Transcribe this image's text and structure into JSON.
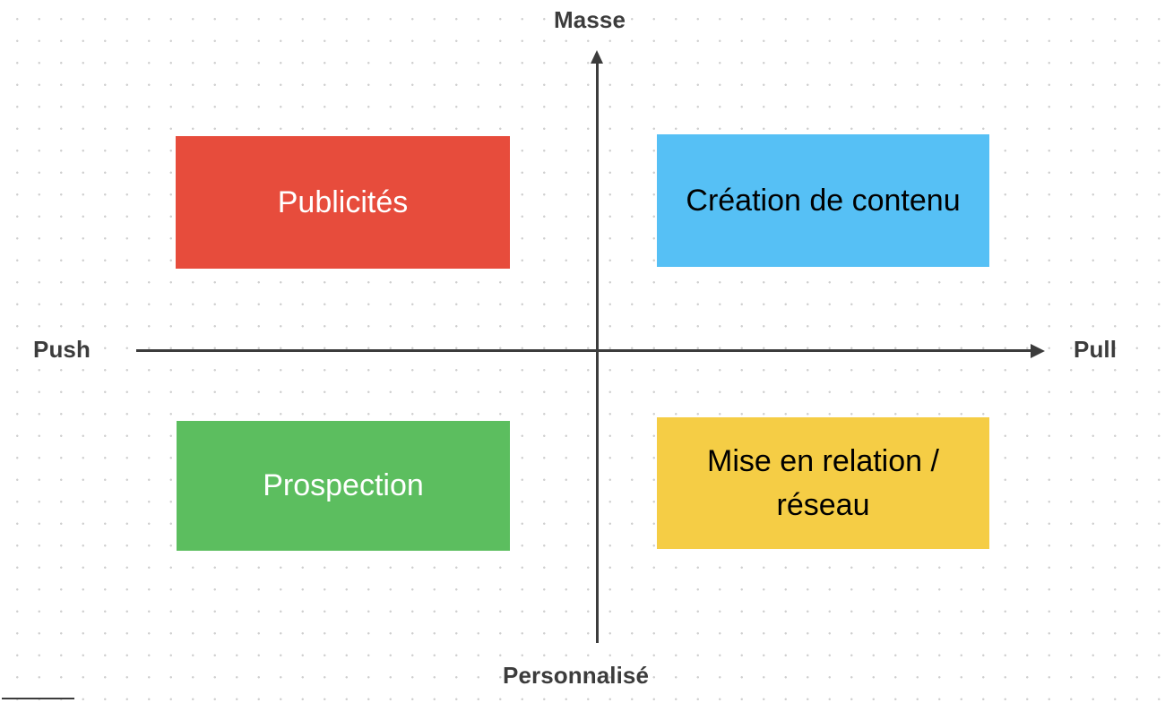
{
  "diagram": {
    "type": "2x2-matrix",
    "axes": {
      "vertical": {
        "top_label": "Masse",
        "bottom_label": "Personnalisé",
        "arrow_direction": "up",
        "color": "#3c3c3c"
      },
      "horizontal": {
        "left_label": "Push",
        "right_label": "Pull",
        "arrow_direction": "right",
        "color": "#3c3c3c"
      }
    },
    "quadrants": [
      {
        "id": "top-left",
        "label": "Publicités",
        "fill": "#E74C3C",
        "text_color": "#ffffff",
        "position": "Masse / Push"
      },
      {
        "id": "top-right",
        "label": "Création de contenu",
        "fill": "#56C0F5",
        "text_color": "#000000",
        "position": "Masse / Pull"
      },
      {
        "id": "bottom-left",
        "label": "Prospection",
        "fill": "#5CBE5F",
        "text_color": "#ffffff",
        "position": "Personnalisé / Push"
      },
      {
        "id": "bottom-right",
        "label": "Mise en relation / réseau",
        "fill": "#F5CD45",
        "text_color": "#000000",
        "position": "Personnalisé / Pull"
      }
    ],
    "background": {
      "color": "#ffffff",
      "dot_grid_color": "#cfcfcf"
    }
  }
}
